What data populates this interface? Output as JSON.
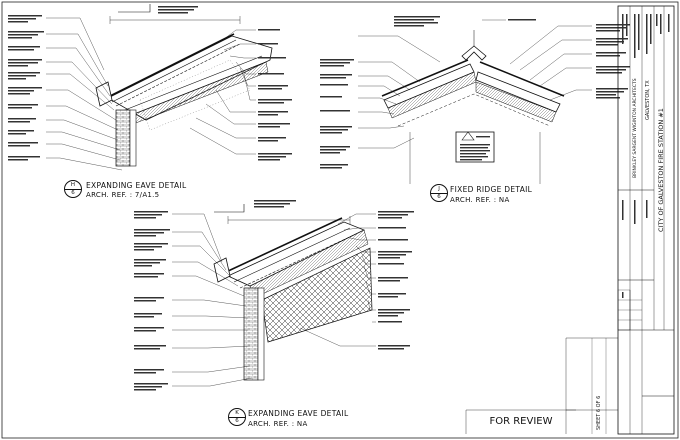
{
  "details": [
    {
      "id": "H",
      "sheet": "6",
      "title": "EXPANDING EAVE DETAIL",
      "ref": "ARCH. REF. : 7/A1.5"
    },
    {
      "id": "J",
      "sheet": "6",
      "title": "FIXED RIDGE DETAIL",
      "ref": "ARCH. REF. : NA"
    },
    {
      "id": "K",
      "sheet": "6",
      "title": "EXPANDING EAVE DETAIL",
      "ref": "ARCH. REF. : NA"
    }
  ],
  "stamp": "FOR REVIEW",
  "titleblock": {
    "project": "CITY OF GALVESTON FIRE STATION #1",
    "location": "GALVESTON, TX",
    "client": "BRINKLEY SARGENT WIGINTON ARCHITECTS",
    "sheet_label": "SHEET 6 OF 6"
  }
}
